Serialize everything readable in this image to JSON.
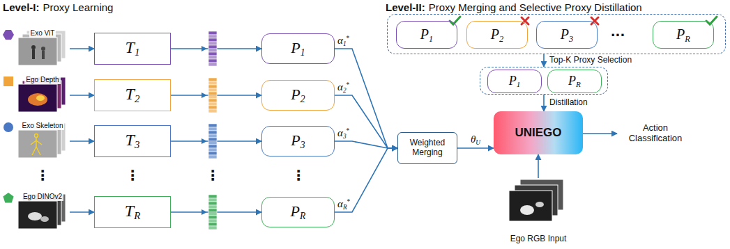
{
  "diagram": {
    "nodes": [
      {
        "text": [
          "Exo ViT"
        ]
      },
      {
        "text": [
          "Ego Depth"
        ]
      },
      {
        "text": [
          "Exo Skeleton"
        ]
      },
      {
        "text": [
          "Ego DINOv2"
        ]
      },
      {
        "text": [
          "T1"
        ]
      },
      {
        "text": [
          "T2"
        ]
      },
      {
        "text": [
          "T3"
        ]
      },
      {
        "text": [
          "TR"
        ]
      },
      {
        "text": [
          "P1"
        ]
      },
      {
        "text": [
          "P2"
        ]
      },
      {
        "text": [
          "P3"
        ]
      },
      {
        "text": [
          "PR"
        ]
      },
      {
        "text": [
          "Weighted Merging"
        ]
      },
      {
        "text": [
          "UNIEGO"
        ]
      },
      {
        "text": [
          "Action Classification"
        ]
      },
      {
        "text": [
          "Ego RGB Input"
        ]
      },
      {
        "text": []
      },
      {
        "text": [
          "P1"
        ],
        "in": 16
      },
      {
        "text": [
          "P2"
        ],
        "in": 16
      },
      {
        "text": [
          "P3"
        ],
        "in": 16
      },
      {
        "text": [
          "PR"
        ],
        "in": 16
      },
      {
        "text": []
      },
      {
        "text": [
          "P1"
        ],
        "in": 21
      },
      {
        "text": [
          "PR"
        ],
        "in": 21
      }
    ],
    "edges": [
      {
        "from": 0,
        "to": 4,
        "arrow": "to"
      },
      {
        "from": 1,
        "to": 5,
        "arrow": "to"
      },
      {
        "from": 2,
        "to": 6,
        "arrow": "to"
      },
      {
        "from": 3,
        "to": 7,
        "arrow": "to"
      },
      {
        "from": 4,
        "to": 8,
        "arrow": "to"
      },
      {
        "from": 5,
        "to": 9,
        "arrow": "to"
      },
      {
        "from": 6,
        "to": 10,
        "arrow": "to"
      },
      {
        "from": 7,
        "to": 11,
        "arrow": "to"
      },
      {
        "from": 8,
        "to": 12,
        "label": "α1*",
        "arrow": "to"
      },
      {
        "from": 9,
        "to": 12,
        "label": "α2*",
        "arrow": "to"
      },
      {
        "from": 10,
        "to": 12,
        "label": "α3*",
        "arrow": "to"
      },
      {
        "from": 11,
        "to": 12,
        "label": "αR*",
        "arrow": "to"
      },
      {
        "from": 12,
        "to": 13,
        "label": "θU",
        "arrow": "to"
      },
      {
        "from": 13,
        "to": 14,
        "arrow": "to"
      },
      {
        "from": 15,
        "to": 13,
        "arrow": "to"
      },
      {
        "from": 16,
        "to": 21,
        "label": "Top-K Proxy Selection",
        "arrow": "to"
      },
      {
        "from": 21,
        "to": 13,
        "label": "Distillation",
        "arrow": "to"
      }
    ],
    "labels": [
      "Level-I:",
      "Proxy Learning",
      "Level-II:",
      "Proxy Merging and Selective Proxy Distillation",
      "⋮",
      "⋮",
      "⋮",
      "⋮",
      "..."
    ]
  }
}
